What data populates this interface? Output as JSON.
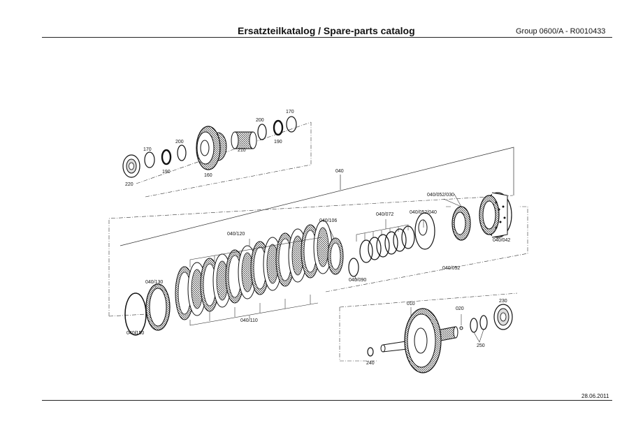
{
  "header": {
    "title": "Ersatzteilkatalog / Spare-parts catalog",
    "group_label": "Group 0600/A  -  R0010433"
  },
  "footer": {
    "date": "28.06.2011"
  },
  "callouts": {
    "p220": "220",
    "p170a": "170",
    "p190a": "190",
    "p200a": "200",
    "p160": "160",
    "p210": "210",
    "p200b": "200",
    "p190b": "190",
    "p170b": "170",
    "p040": "040",
    "p040_120": "040/120",
    "p040_106": "040/106",
    "p040_072": "040/072",
    "p040_052_030": "040/052/030",
    "p040_052_040": "040/052/040",
    "p040_042": "040/042",
    "p040_052": "040/052",
    "p040_090": "040/090",
    "p040_130": "040/130",
    "p040_150": "040/150",
    "p040_110": "040/110",
    "p010": "010",
    "p020": "020",
    "p230": "230",
    "p250": "250",
    "p240": "240"
  }
}
